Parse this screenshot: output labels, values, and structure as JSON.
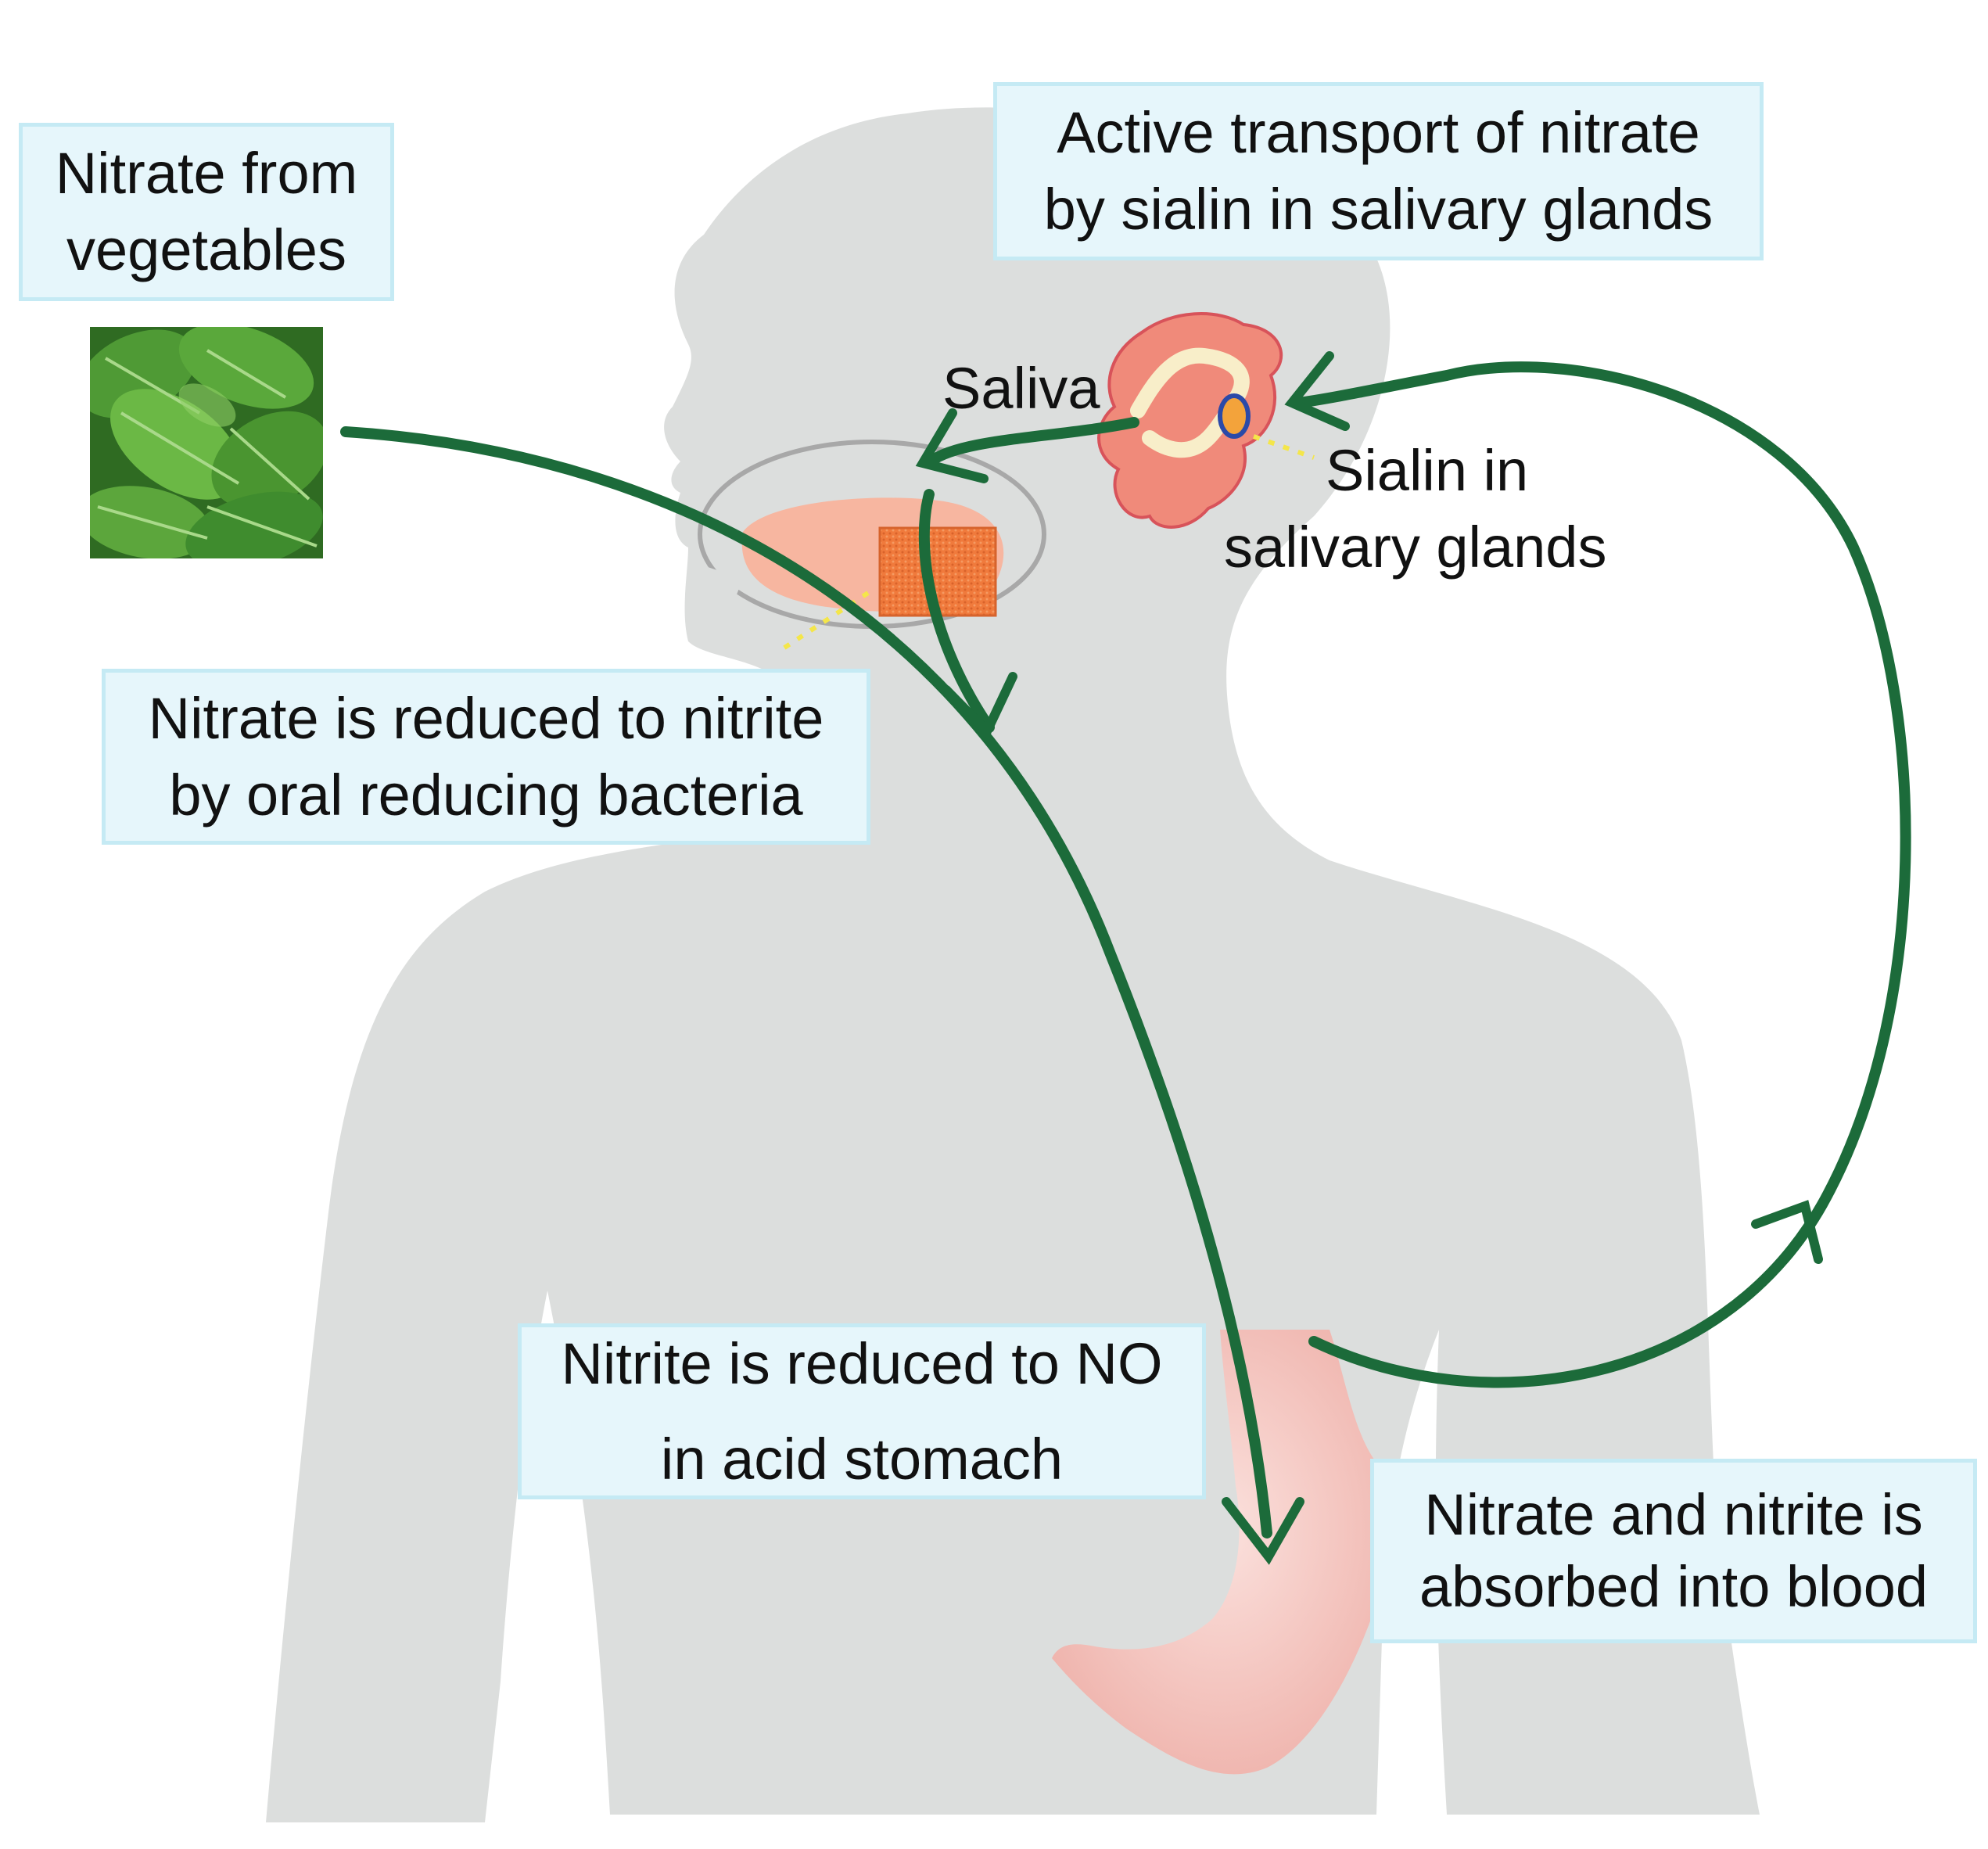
{
  "labels": {
    "nitrate_source": [
      "Nitrate from",
      "vegetables"
    ],
    "active_transport": [
      "Active transport of nitrate",
      "by sialin in salivary glands"
    ],
    "saliva": "Saliva",
    "sialin": [
      "Sialin in",
      "salivary glands"
    ],
    "oral_reduction": [
      "Nitrate is reduced to nitrite",
      "by oral reducing bacteria"
    ],
    "stomach_reduction": [
      "Nitrite is reduced to NO",
      "in acid stomach"
    ],
    "absorption": [
      "Nitrate and nitrite is",
      "absorbed into blood"
    ]
  },
  "colors": {
    "body_silhouette": "#dcdedd",
    "arrow": "#1c6b3a",
    "label_fill": "#e6f6fb",
    "label_border": "#c5eaf4",
    "salivary_gland": "#f08a7a",
    "tongue": "#f7b6a0",
    "bacteria_patch": "#f07a3c",
    "stomach": "#f6c9c4",
    "pointer_dots": "#f4e64a",
    "sialin_marker": "#2b4aa8",
    "vegetable_green": "#3f8c2e"
  }
}
